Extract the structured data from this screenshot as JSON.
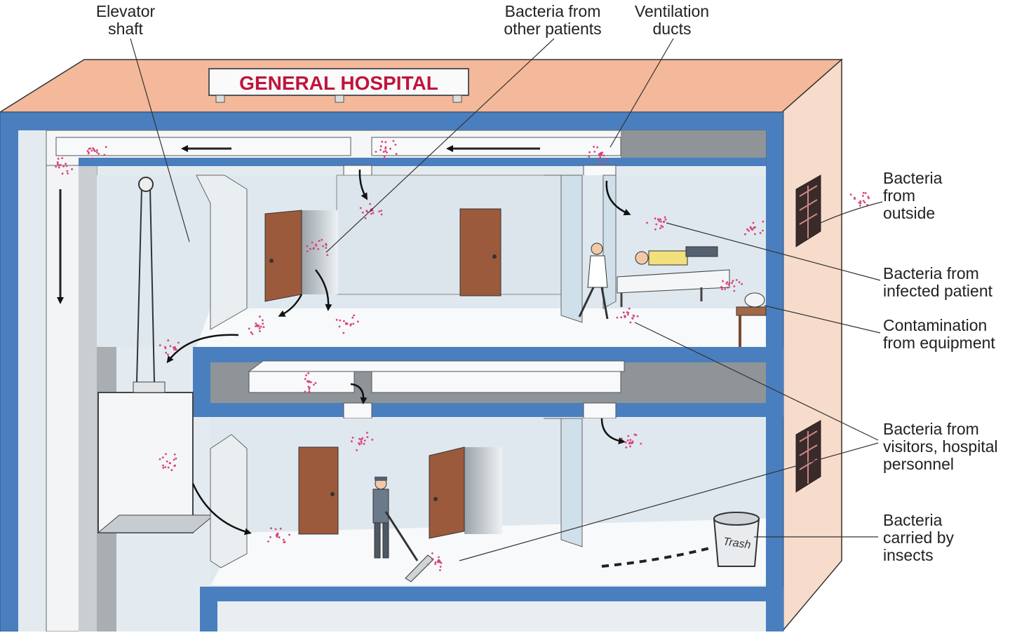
{
  "sign": {
    "text": "GENERAL HOSPITAL"
  },
  "trash_label": "Trash",
  "labels": {
    "elevator_shaft": [
      "Elevator",
      "shaft"
    ],
    "bacteria_other_patients": [
      "Bacteria from",
      "other patients"
    ],
    "ventilation_ducts": [
      "Ventilation",
      "ducts"
    ],
    "bacteria_outside": [
      "Bacteria",
      "from",
      "outside"
    ],
    "bacteria_infected_patient": [
      "Bacteria from",
      "infected patient"
    ],
    "contamination_equipment": [
      "Contamination",
      "from equipment"
    ],
    "bacteria_visitors": [
      "Bacteria from",
      "visitors, hospital",
      "personnel"
    ],
    "bacteria_insects": [
      "Bacteria",
      "carried by",
      "insects"
    ]
  },
  "colors": {
    "wall_blue": "#4a7fbf",
    "roof": "#f4b89a",
    "side_wall": "#f8dccb",
    "floor_interior": "#dfe8ee",
    "floor_slab": "#f7f9fa",
    "duct_gray": "#8f9498",
    "door_brown": "#9b5a3c",
    "bacteria_pink": "#d8447a",
    "sign_text": "#c0143c",
    "label_text": "#222222"
  }
}
